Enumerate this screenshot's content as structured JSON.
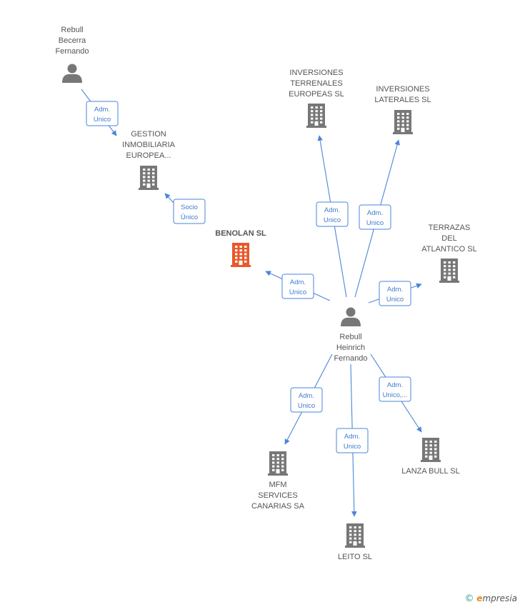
{
  "colors": {
    "edge": "#4a86d8",
    "building": "#777777",
    "focus": "#e8582a",
    "person": "#777777"
  },
  "nodes": [
    {
      "id": "rebull_becerra",
      "kind": "person",
      "label": [
        "Rebull",
        "Becerra",
        "Fernando"
      ]
    },
    {
      "id": "gestion",
      "kind": "company",
      "label": [
        "GESTION",
        "INMOBILIARIA",
        "EUROPEA..."
      ]
    },
    {
      "id": "benolan",
      "kind": "company",
      "focus": true,
      "label": [
        "BENOLAN SL"
      ]
    },
    {
      "id": "inv_terr",
      "kind": "company",
      "label": [
        "INVERSIONES",
        "TERRENALES",
        "EUROPEAS  SL"
      ]
    },
    {
      "id": "inv_lat",
      "kind": "company",
      "label": [
        "INVERSIONES",
        "LATERALES  SL"
      ]
    },
    {
      "id": "terrazas",
      "kind": "company",
      "label": [
        "TERRAZAS",
        "DEL",
        "ATLANTICO SL"
      ]
    },
    {
      "id": "rebull_heinrich",
      "kind": "person",
      "label": [
        "Rebull",
        "Heinrich",
        "Fernando"
      ]
    },
    {
      "id": "mfm",
      "kind": "company",
      "label": [
        "MFM",
        "SERVICES",
        "CANARIAS SA"
      ]
    },
    {
      "id": "leito",
      "kind": "company",
      "label": [
        "LEITO  SL"
      ]
    },
    {
      "id": "lanza",
      "kind": "company",
      "label": [
        "LANZA BULL  SL"
      ]
    }
  ],
  "edges": [
    {
      "from": "rebull_becerra",
      "to": "gestion",
      "label": [
        "Adm.",
        "Unico"
      ]
    },
    {
      "from": "benolan",
      "to": "gestion",
      "label": [
        "Socio",
        "Único"
      ]
    },
    {
      "from": "rebull_heinrich",
      "to": "benolan",
      "label": [
        "Adm.",
        "Unico"
      ]
    },
    {
      "from": "rebull_heinrich",
      "to": "inv_terr",
      "label": [
        "Adm.",
        "Unico"
      ]
    },
    {
      "from": "rebull_heinrich",
      "to": "inv_lat",
      "label": [
        "Adm.",
        "Unico"
      ]
    },
    {
      "from": "rebull_heinrich",
      "to": "terrazas",
      "label": [
        "Adm.",
        "Unico"
      ]
    },
    {
      "from": "rebull_heinrich",
      "to": "mfm",
      "label": [
        "Adm.",
        "Unico"
      ]
    },
    {
      "from": "rebull_heinrich",
      "to": "leito",
      "label": [
        "Adm.",
        "Unico"
      ]
    },
    {
      "from": "rebull_heinrich",
      "to": "lanza",
      "label": [
        "Adm.",
        "Unico,..."
      ]
    }
  ],
  "brand": {
    "copyright": "©",
    "initial": "e",
    "rest": "mpresia"
  }
}
